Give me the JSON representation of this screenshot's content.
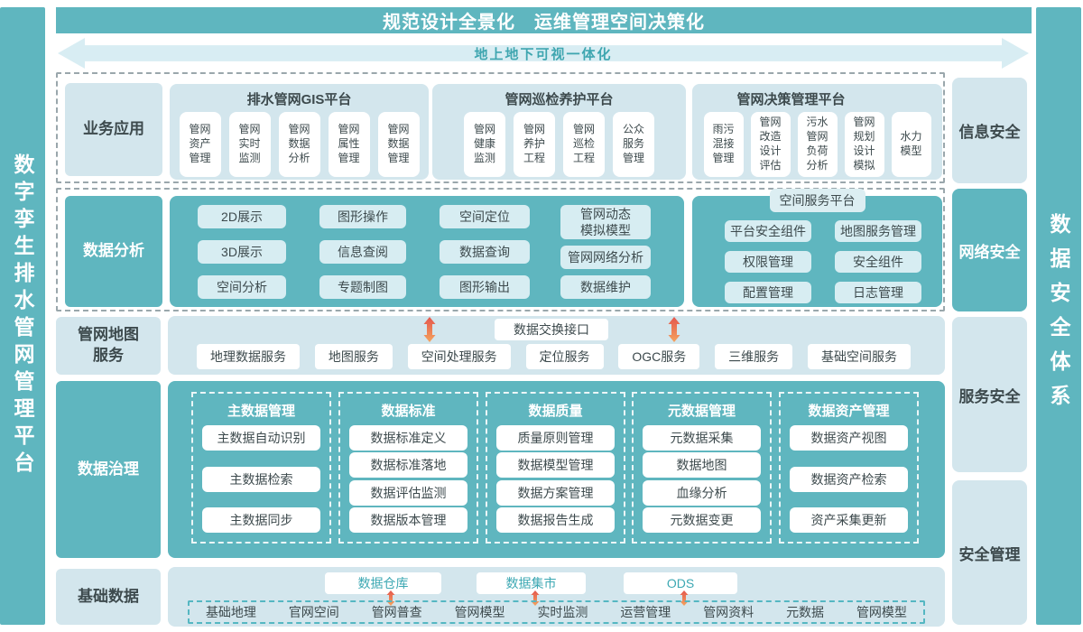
{
  "colors": {
    "teal": "#5FB6BF",
    "panel_light": "#D3E6ED",
    "chip_light": "#D7EDF2",
    "text_dark": "#3D4A4D",
    "text_teal": "#3DA8B3",
    "arrow_red": "#E4574E",
    "arrow_orange": "#F4A35D"
  },
  "left_banner": "数字孪生排水管网管理平台",
  "right_banner": "数据安全体系",
  "header_title": "规范设计全景化　运维管理空间决策化",
  "arrow_banner": "地上地下可视一体化",
  "security_column": {
    "info": "信息安全",
    "network": "网络安全",
    "service": "服务安全",
    "management": "安全管理"
  },
  "business": {
    "label": "业务应用",
    "platforms": [
      {
        "title": "排水管网GIS平台",
        "items": [
          [
            "管网",
            "资产",
            "管理"
          ],
          [
            "管网",
            "实时",
            "监测"
          ],
          [
            "管网",
            "数据",
            "分析"
          ],
          [
            "管网",
            "属性",
            "管理"
          ],
          [
            "管网",
            "数据",
            "管理"
          ]
        ]
      },
      {
        "title": "管网巡检养护平台",
        "items": [
          [
            "管网",
            "健康",
            "监测"
          ],
          [
            "管网",
            "养护",
            "工程"
          ],
          [
            "管网",
            "巡检",
            "工程"
          ],
          [
            "公众",
            "服务",
            "管理"
          ]
        ]
      },
      {
        "title": "管网决策管理平台",
        "items": [
          [
            "雨污",
            "混接",
            "管理"
          ],
          [
            "管网",
            "改造",
            "设计",
            "评估"
          ],
          [
            "污水",
            "管网",
            "负荷",
            "分析"
          ],
          [
            "管网",
            "规划",
            "设计",
            "模拟"
          ],
          [
            "水力",
            "模型"
          ]
        ]
      }
    ]
  },
  "analysis": {
    "label": "数据分析",
    "columns": [
      [
        "2D展示",
        "3D展示",
        "空间分析"
      ],
      [
        "图形操作",
        "信息查阅",
        "专题制图"
      ],
      [
        "空间定位",
        "数据查询",
        "图形输出"
      ],
      [
        [
          "管网动态",
          "模拟模型"
        ],
        "管网网络分析",
        "数据维护"
      ]
    ],
    "spatial_platform": {
      "title": "空间服务平台",
      "left": [
        "平台安全组件",
        "权限管理",
        "配置管理"
      ],
      "right": [
        "地图服务管理",
        "安全组件",
        "日志管理"
      ]
    }
  },
  "map_service": {
    "label": [
      "管网地图",
      "服务"
    ],
    "exchange": "数据交换接口",
    "services": [
      "地理数据服务",
      "地图服务",
      "空间处理服务",
      "定位服务",
      "OGC服务",
      "三维服务",
      "基础空间服务"
    ]
  },
  "governance": {
    "label": "数据治理",
    "columns": [
      {
        "title": "主数据管理",
        "items": [
          "主数据自动识别",
          "主数据检索",
          "主数据同步"
        ]
      },
      {
        "title": "数据标准",
        "items": [
          "数据标准定义",
          "数据标准落地",
          "数据评估监测",
          "数据版本管理"
        ]
      },
      {
        "title": "数据质量",
        "items": [
          "质量原则管理",
          "数据模型管理",
          "数据方案管理",
          "数据报告生成"
        ]
      },
      {
        "title": "元数据管理",
        "items": [
          "元数据采集",
          "数据地图",
          "血缘分析",
          "元数据变更"
        ]
      },
      {
        "title": "数据资产管理",
        "items": [
          "数据资产视图",
          "数据资产检索",
          "资产采集更新"
        ]
      }
    ]
  },
  "base_data": {
    "label": "基础数据",
    "stores": [
      "数据仓库",
      "数据集市",
      "ODS"
    ],
    "sources": [
      "基础地理",
      "官网空间",
      "管网普查",
      "管网模型",
      "实时监测",
      "运营管理",
      "管网资料",
      "元数据",
      "管网模型"
    ]
  }
}
